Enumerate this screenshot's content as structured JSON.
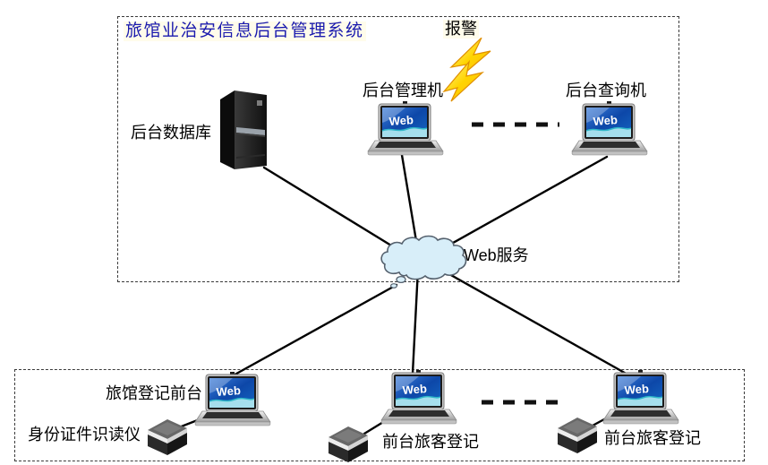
{
  "labels": {
    "title": "旅馆业治安信息后台管理系统",
    "alarm": "报警",
    "database": "后台数据库",
    "management": "后台管理机",
    "query": "后台查询机",
    "web_service": "Web服务",
    "front_desk": "旅馆登记前台",
    "id_reader": "身份证件识读仪",
    "guest_registration_center": "前台旅客登记",
    "guest_registration_right": "前台旅客登记",
    "laptop_screen": "Web"
  },
  "colors": {
    "title_text": "#1a1aae",
    "label_text": "#000000",
    "line": "#000000",
    "screen_blue": "#0d47a8",
    "screen_wave": "#2fb8c8",
    "cloud_fill": "#d8eef9",
    "cloud_stroke": "#55616e",
    "lightning_yellow": "#ffd400",
    "lightning_orange": "#e09000"
  }
}
